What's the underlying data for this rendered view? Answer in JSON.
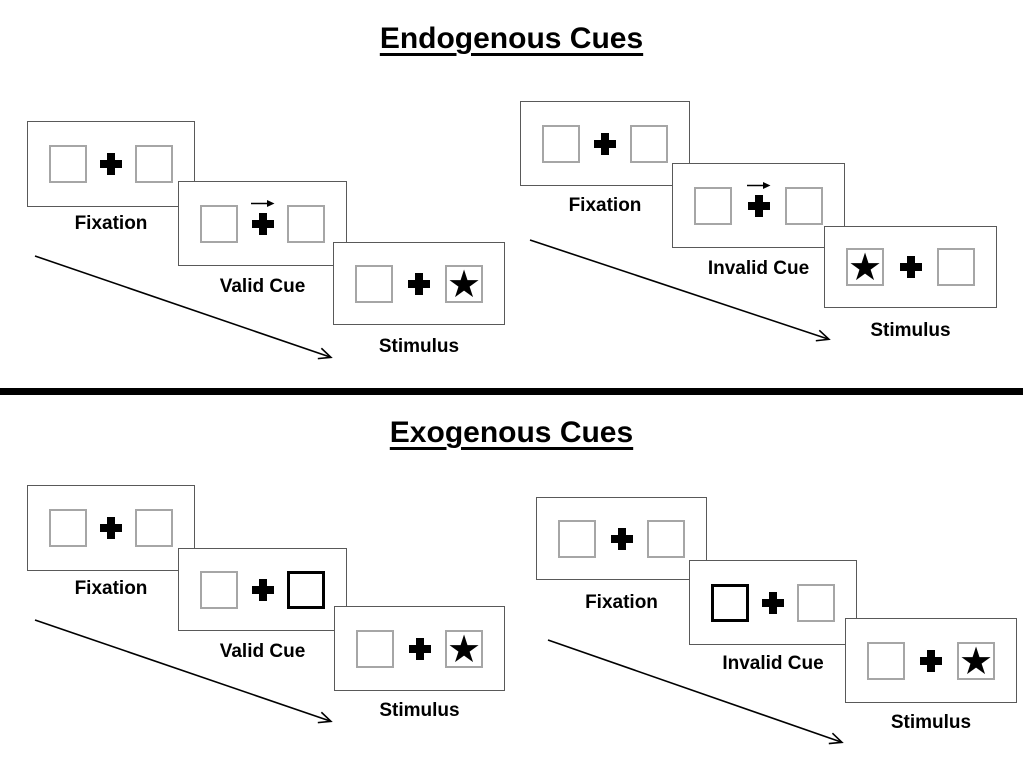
{
  "glyphs": {
    "star": "★"
  },
  "colors": {
    "panel_border": "#595959",
    "square_border": "#a6a6a6",
    "cue_highlight": "#000000",
    "text": "#000000",
    "divider": "#000000",
    "arrow": "#000000"
  },
  "sections": [
    {
      "title": "Endogenous Cues",
      "groups": [
        {
          "condition": "valid",
          "panels": [
            {
              "label": "Fixation"
            },
            {
              "label": "Valid Cue",
              "cue": "central-arrow-right"
            },
            {
              "label": "Stimulus",
              "star_side": "right"
            }
          ]
        },
        {
          "condition": "invalid",
          "panels": [
            {
              "label": "Fixation"
            },
            {
              "label": "Invalid Cue",
              "cue": "central-arrow-right"
            },
            {
              "label": "Stimulus",
              "star_side": "left"
            }
          ]
        }
      ]
    },
    {
      "title": "Exogenous Cues",
      "groups": [
        {
          "condition": "valid",
          "panels": [
            {
              "label": "Fixation"
            },
            {
              "label": "Valid Cue",
              "cue": "peripheral-highlight-right"
            },
            {
              "label": "Stimulus",
              "star_side": "right"
            }
          ]
        },
        {
          "condition": "invalid",
          "panels": [
            {
              "label": "Fixation"
            },
            {
              "label": "Invalid Cue",
              "cue": "peripheral-highlight-left"
            },
            {
              "label": "Stimulus",
              "star_side": "right"
            }
          ]
        }
      ]
    }
  ]
}
